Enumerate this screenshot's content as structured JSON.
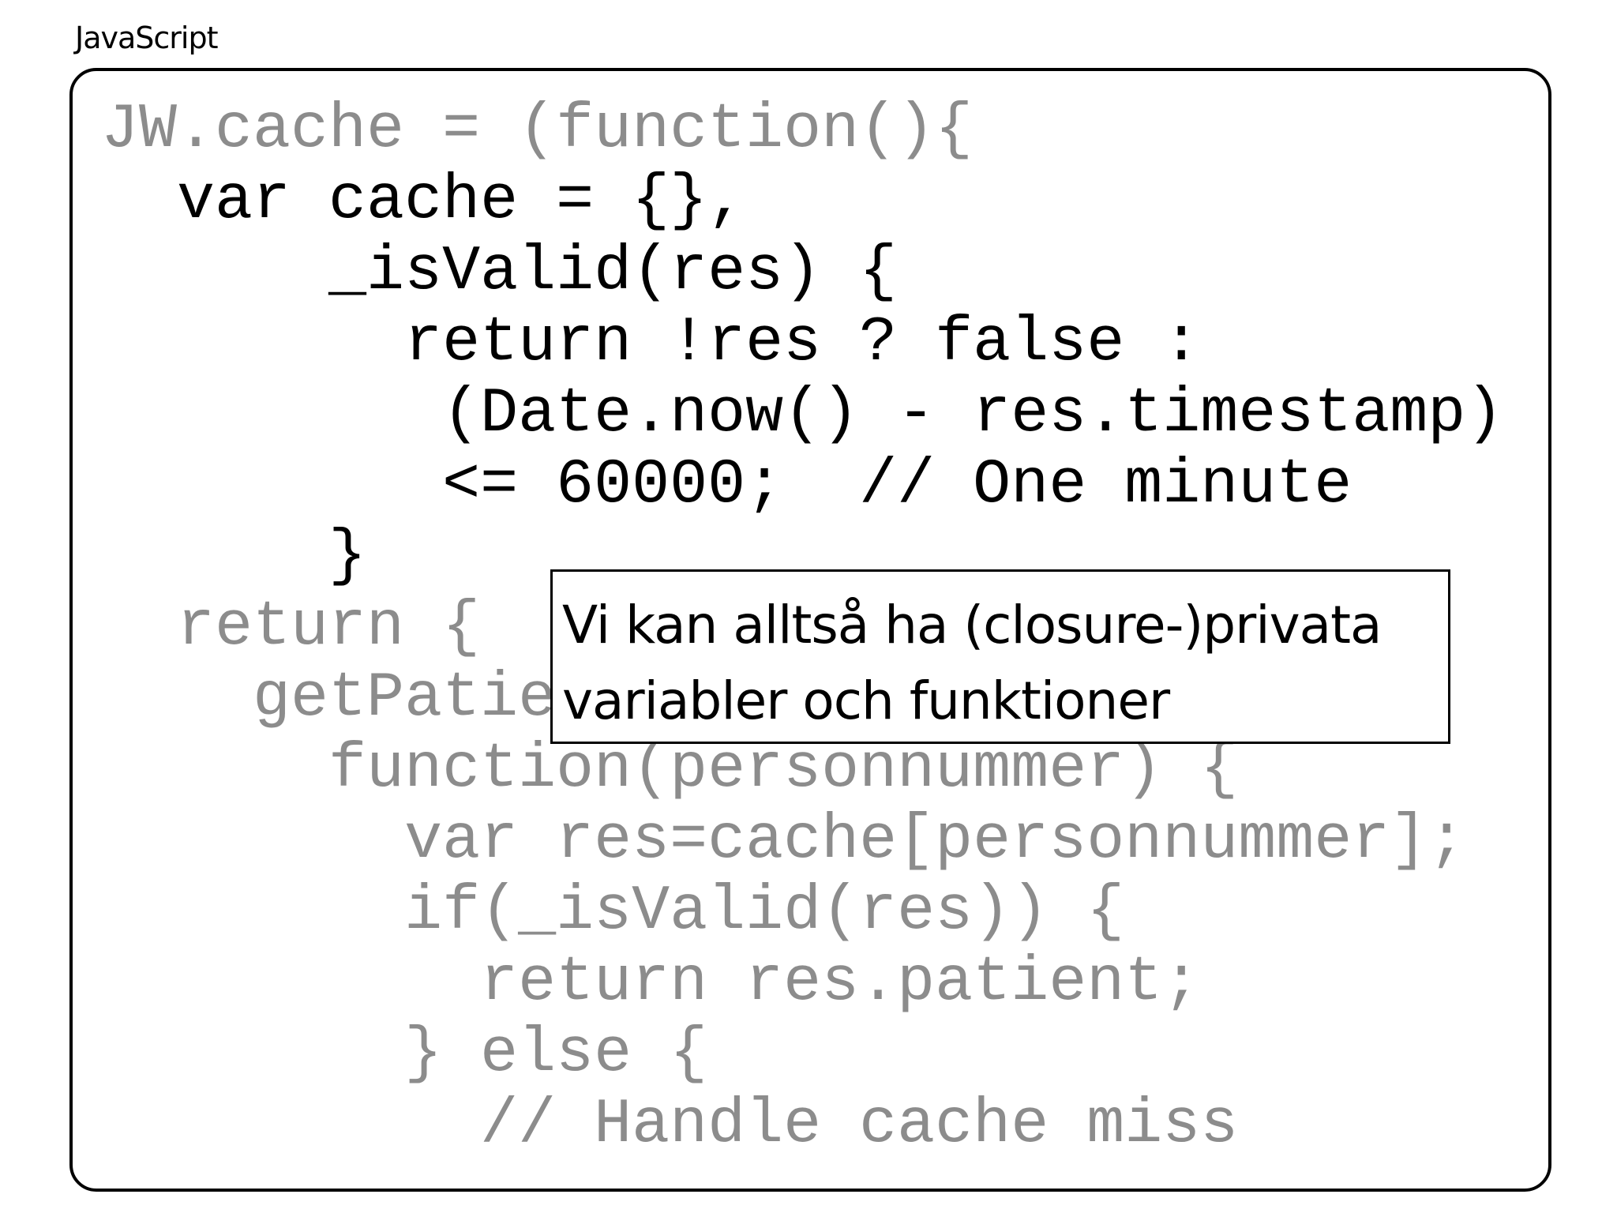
{
  "slide": {
    "label": "JavaScript"
  },
  "code": {
    "lines": [
      {
        "text": "JW.cache = (function(){",
        "style": "dim"
      },
      {
        "text": "  var cache = {},",
        "style": "active"
      },
      {
        "text": "      _isValid(res) {",
        "style": "active"
      },
      {
        "text": "        return !res ? false :",
        "style": "active"
      },
      {
        "text": "         (Date.now() - res.timestamp)",
        "style": "active"
      },
      {
        "text": "         <= 60000;  // One minute",
        "style": "active"
      },
      {
        "text": "      }",
        "style": "active"
      },
      {
        "text": "  return {",
        "style": "dim"
      },
      {
        "text": "    getPatie",
        "style": "dim"
      },
      {
        "text": "      function(personnummer) {",
        "style": "dim"
      },
      {
        "text": "        var res=cache[personnummer];",
        "style": "dim"
      },
      {
        "text": "        if(_isValid(res)) {",
        "style": "dim"
      },
      {
        "text": "          return res.patient;",
        "style": "dim"
      },
      {
        "text": "        } else {",
        "style": "dim"
      },
      {
        "text": "          // Handle cache miss",
        "style": "dim"
      }
    ]
  },
  "callout": {
    "line1": "Vi kan alltså ha (closure-)privata",
    "line2": "variabler och funktioner"
  },
  "colors": {
    "active_code": "#000000",
    "dim_code": "#8c8c8c",
    "border": "#000000",
    "background": "#ffffff"
  }
}
